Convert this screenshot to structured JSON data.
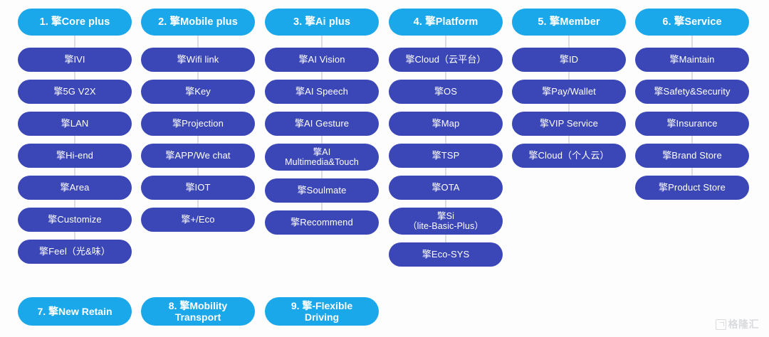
{
  "meta": {
    "brand_glyph": "擎",
    "colors": {
      "header_blue": "#1BA8EA",
      "node_blue": "#3B47B6",
      "connector_gray": "#B9BDC6",
      "background": "#FDFDFD",
      "text_white": "#FFFFFF"
    }
  },
  "columns": [
    {
      "id": "core-plus",
      "header": "1. 擎Core plus",
      "items": [
        "擎IVI",
        "擎5G V2X",
        "擎LAN",
        "擎Hi-end",
        "擎Area",
        "擎Customize",
        "擎Feel（光&味）"
      ]
    },
    {
      "id": "mobile-plus",
      "header": "2. 擎Mobile plus",
      "items": [
        "擎Wifi link",
        "擎Key",
        "擎Projection",
        "擎APP/We chat",
        "擎IOT",
        "擎+/Eco"
      ]
    },
    {
      "id": "ai-plus",
      "header": "3. 擎Ai plus",
      "items": [
        "擎AI Vision",
        "擎AI Speech",
        "擎AI Gesture",
        "擎AI\nMultimedia&Touch",
        "擎Soulmate",
        "擎Recommend"
      ]
    },
    {
      "id": "platform",
      "header": "4. 擎Platform",
      "items": [
        "擎Cloud（云平台）",
        "擎OS",
        "擎Map",
        "擎TSP",
        "擎OTA",
        "擎Si\n（lite-Basic-Plus）",
        "擎Eco-SYS"
      ]
    },
    {
      "id": "member",
      "header": "5. 擎Member",
      "items": [
        "擎ID",
        "擎Pay/Wallet",
        "擎VIP Service",
        "擎Cloud（个人云）"
      ]
    },
    {
      "id": "service",
      "header": "6. 擎Service",
      "items": [
        "擎Maintain",
        "擎Safety&Security",
        "擎Insurance",
        "擎Brand Store",
        "擎Product Store"
      ]
    }
  ],
  "bottom_row": [
    {
      "id": "new-retain",
      "label": "7. 擎New Retain"
    },
    {
      "id": "mobility-transport",
      "label": "8. 擎Mobility\nTransport"
    },
    {
      "id": "flexible-driving",
      "label": "9. 擎-Flexible\nDriving"
    }
  ],
  "watermark": {
    "text": "格隆汇"
  }
}
